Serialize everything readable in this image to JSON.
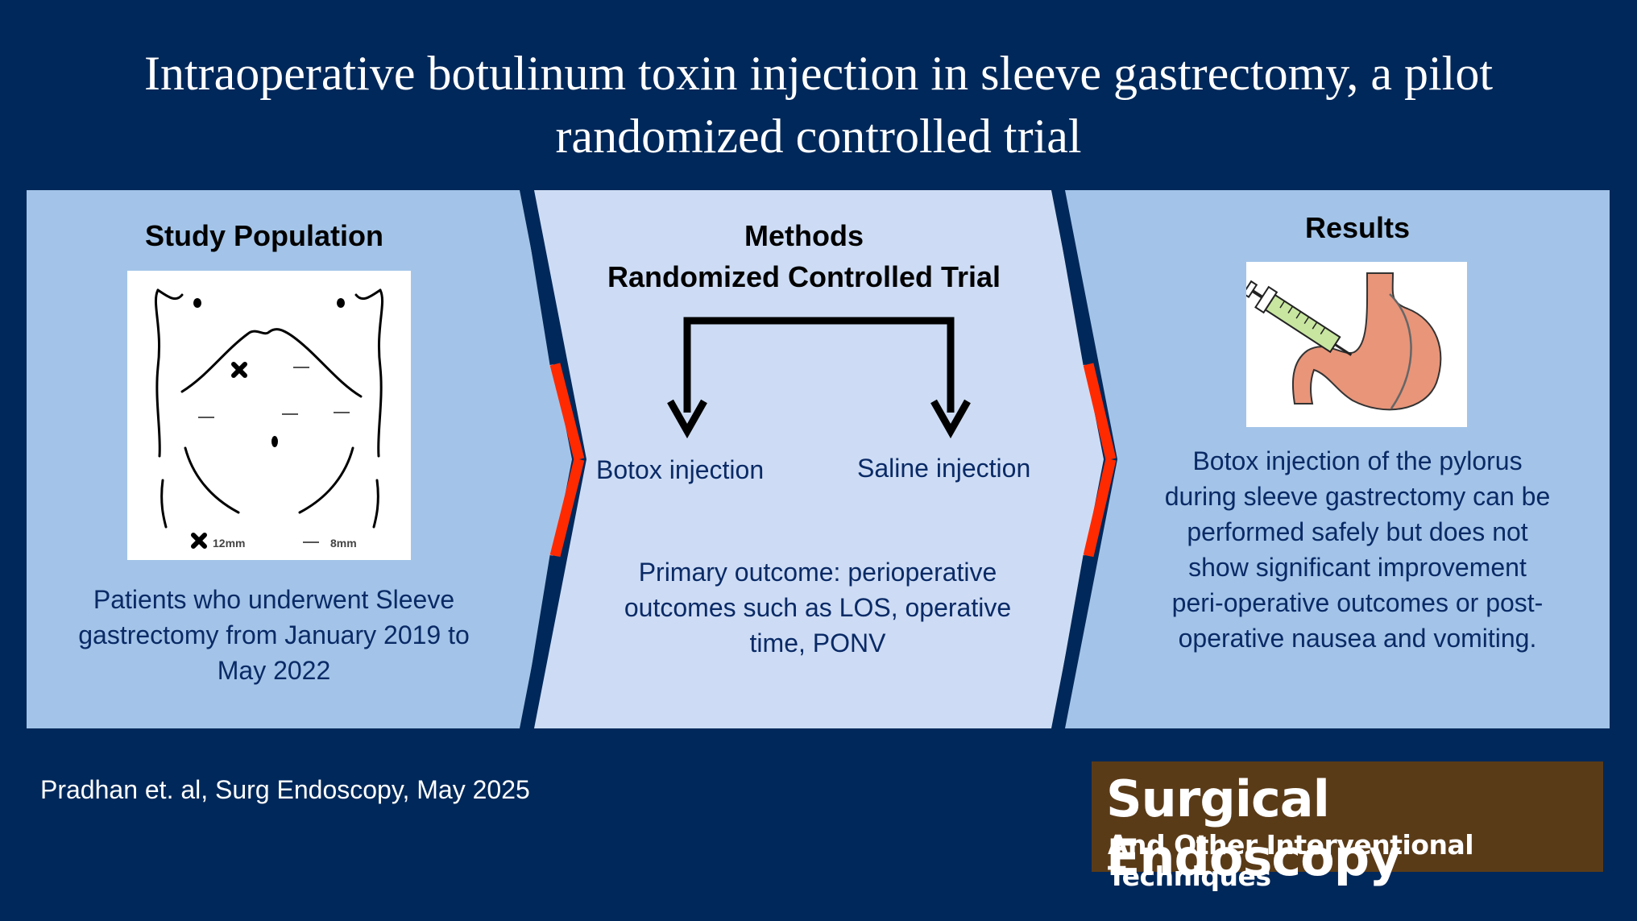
{
  "title": "Intraoperative botulinum toxin injection in sleeve gastrectomy, a pilot randomized controlled trial",
  "colors": {
    "background": "#00285a",
    "panel_outer": "#a3c4e8",
    "panel_middle": "#cddcf4",
    "chevron_blue": "#00285a",
    "chevron_red": "#ff2a00",
    "journal_bg": "#5a3b18"
  },
  "study_population": {
    "heading": "Study Population",
    "legend_large": "12mm",
    "legend_small": "8mm",
    "description": "Patients who underwent Sleeve gastrectomy from January 2019 to May 2022"
  },
  "methods": {
    "heading_line1": "Methods",
    "heading_line2": "Randomized Controlled Trial",
    "arm_left": "Botox injection",
    "arm_right": "Saline injection",
    "primary_outcome": "Primary outcome: perioperative outcomes such as LOS, operative time, PONV"
  },
  "results": {
    "heading": "Results",
    "summary": "Botox injection of the pylorus during sleeve gastrectomy can be performed safely but does not show significant improvement peri-operative outcomes or post-operative nausea and vomiting."
  },
  "citation": "Pradhan et. al, Surg Endoscopy, May 2025",
  "journal": {
    "name": "Surgical Endoscopy",
    "subtitle": "And Other Interventional Techniques"
  },
  "icons": [
    "torso-port-diagram-icon",
    "stomach-syringe-icon",
    "arrow-down-icon"
  ]
}
